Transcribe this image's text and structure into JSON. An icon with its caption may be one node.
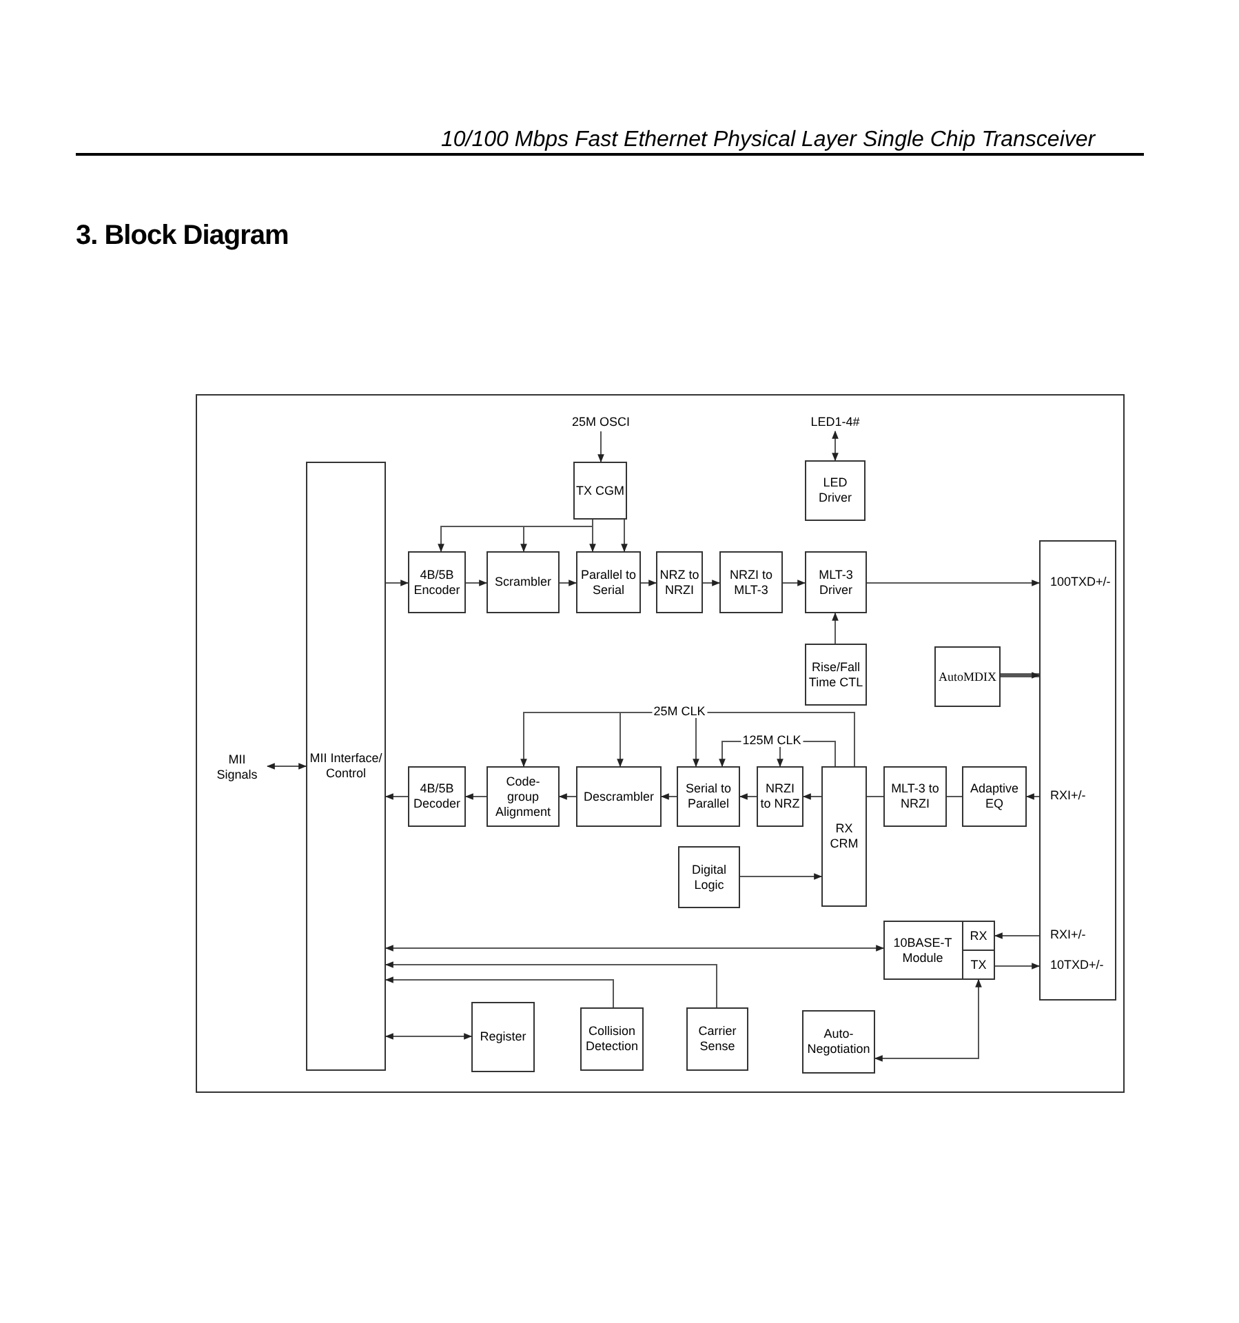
{
  "diagram": {
    "title": "3. Block Diagram",
    "nodes": [
      {
        "text": [
          "MII Signals"
        ]
      },
      {
        "text": [
          "MII Interface/ Control"
        ]
      },
      {
        "text": [
          "25M OSCI"
        ]
      },
      {
        "text": [
          "TX CGM"
        ]
      },
      {
        "text": [
          "LED1-4#"
        ]
      },
      {
        "text": [
          "LED Driver"
        ]
      },
      {
        "text": [
          "4B/5B Encoder"
        ]
      },
      {
        "text": [
          "Scrambler"
        ]
      },
      {
        "text": [
          "Parallel to Serial"
        ]
      },
      {
        "text": [
          "NRZ to NRZI"
        ]
      },
      {
        "text": [
          "NRZI to MLT-3"
        ]
      },
      {
        "text": [
          "MLT-3 Driver"
        ]
      },
      {
        "text": [
          "Rise/Fall Time CTL"
        ]
      },
      {
        "text": [
          "AutoMDIX"
        ]
      },
      {
        "text": [],
        "shape": "box"
      },
      {
        "text": [
          "4B/5B Decoder"
        ]
      },
      {
        "text": [
          "Code- group Alignment"
        ]
      },
      {
        "text": [
          "Descrambler"
        ]
      },
      {
        "text": [
          "Serial to Parallel"
        ]
      },
      {
        "text": [
          "NRZI to NRZ"
        ]
      },
      {
        "text": [
          "RX CRM"
        ]
      },
      {
        "text": [
          "MLT-3 to NRZI"
        ]
      },
      {
        "text": [
          "Adaptive EQ"
        ]
      },
      {
        "text": [
          "Digital Logic"
        ]
      },
      {
        "text": [
          "10BASE-T Module"
        ]
      },
      {
        "text": [
          "RX"
        ],
        "in": 24
      },
      {
        "text": [
          "TX"
        ],
        "in": 24
      },
      {
        "text": [
          "Register"
        ]
      },
      {
        "text": [
          "Collision Detection"
        ]
      },
      {
        "text": [
          "Carrier Sense"
        ]
      },
      {
        "text": [
          "Auto- Negotiation"
        ]
      }
    ],
    "edges": [
      {
        "from": 0,
        "to": 1,
        "arrow": "both"
      },
      {
        "from": 2,
        "to": 3,
        "arrow": "to"
      },
      {
        "from": 5,
        "to": 4,
        "arrow": "both"
      },
      {
        "from": 3,
        "to": 6,
        "arrow": "to"
      },
      {
        "from": 3,
        "to": 7,
        "arrow": "to"
      },
      {
        "from": 3,
        "to": 8,
        "arrow": "to"
      },
      {
        "from": 3,
        "to": 8,
        "arrow": "to"
      },
      {
        "from": 1,
        "to": 6,
        "arrow": "to"
      },
      {
        "from": 6,
        "to": 7,
        "arrow": "to"
      },
      {
        "from": 7,
        "to": 8,
        "arrow": "to"
      },
      {
        "from": 8,
        "to": 9,
        "arrow": "to"
      },
      {
        "from": 9,
        "to": 10,
        "arrow": "to"
      },
      {
        "from": 10,
        "to": 11,
        "arrow": "to"
      },
      {
        "from": 11,
        "to": 14,
        "arrow": "to"
      },
      {
        "from": 12,
        "to": 11,
        "arrow": "to"
      },
      {
        "from": 13,
        "to": 14,
        "arrow": "to",
        "style": "thick"
      },
      {
        "from": 20,
        "to": 16,
        "arrow": "to"
      },
      {
        "from": 20,
        "to": 17,
        "arrow": "to",
        "label": "25M CLK"
      },
      {
        "from": 20,
        "to": 18,
        "arrow": "to"
      },
      {
        "from": 20,
        "to": 18,
        "arrow": "to",
        "label": "125M CLK"
      },
      {
        "from": 20,
        "to": 19,
        "arrow": "to"
      },
      {
        "from": 14,
        "to": 22,
        "arrow": "to"
      },
      {
        "from": 22,
        "to": 21,
        "arrow": "none"
      },
      {
        "from": 21,
        "to": 20,
        "arrow": "none"
      },
      {
        "from": 20,
        "to": 19,
        "arrow": "to"
      },
      {
        "from": 19,
        "to": 18,
        "arrow": "to"
      },
      {
        "from": 18,
        "to": 17,
        "arrow": "to"
      },
      {
        "from": 17,
        "to": 16,
        "arrow": "to"
      },
      {
        "from": 16,
        "to": 15,
        "arrow": "to"
      },
      {
        "from": 15,
        "to": 1,
        "arrow": "to"
      },
      {
        "from": 23,
        "to": 20,
        "arrow": "to"
      },
      {
        "from": 14,
        "to": 25,
        "arrow": "to"
      },
      {
        "from": 26,
        "to": 14,
        "arrow": "to"
      },
      {
        "from": 24,
        "to": 1,
        "arrow": "both"
      },
      {
        "from": 29,
        "to": 1,
        "arrow": "to"
      },
      {
        "from": 28,
        "to": 1,
        "arrow": "to"
      },
      {
        "from": 27,
        "to": 1,
        "arrow": "both"
      },
      {
        "from": 30,
        "to": 26,
        "arrow": "both"
      }
    ],
    "labels": [
      "10/100 Mbps Fast Ethernet Physical Layer Single Chip Transceiver",
      "100TXD+/-",
      "RXI+/-",
      "RXI+/-",
      "10TXD+/-"
    ]
  }
}
